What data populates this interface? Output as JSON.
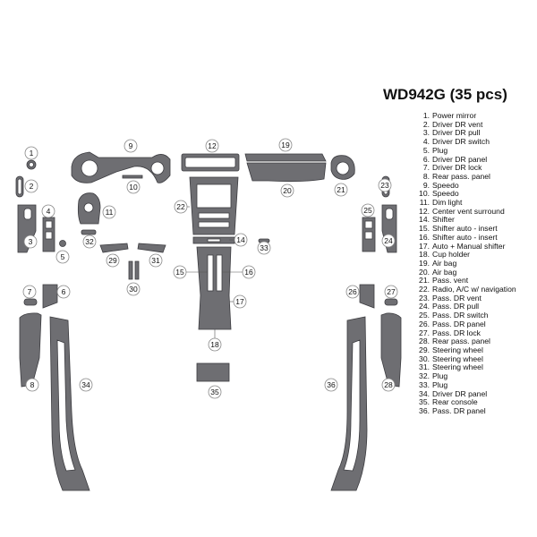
{
  "header": {
    "title": "WD942G (35 pcs)"
  },
  "legend": [
    {
      "n": "1.",
      "label": "Power mirror"
    },
    {
      "n": "2.",
      "label": "Driver DR vent"
    },
    {
      "n": "3.",
      "label": "Driver DR pull"
    },
    {
      "n": "4.",
      "label": "Driver DR switch"
    },
    {
      "n": "5.",
      "label": "Plug"
    },
    {
      "n": "6.",
      "label": "Driver DR panel"
    },
    {
      "n": "7.",
      "label": "Driver DR lock"
    },
    {
      "n": "8.",
      "label": "Rear pass. panel"
    },
    {
      "n": "9.",
      "label": "Speedo"
    },
    {
      "n": "10.",
      "label": "Speedo"
    },
    {
      "n": "11.",
      "label": "Dim light"
    },
    {
      "n": "12.",
      "label": "Center vent surround"
    },
    {
      "n": "14.",
      "label": "Shifter"
    },
    {
      "n": "15.",
      "label": "Shifter auto - insert"
    },
    {
      "n": "16.",
      "label": "Shifter auto - insert"
    },
    {
      "n": "17.",
      "label": "Auto + Manual shifter"
    },
    {
      "n": "18.",
      "label": "Cup holder"
    },
    {
      "n": "19.",
      "label": "Air bag"
    },
    {
      "n": "20.",
      "label": "Air bag"
    },
    {
      "n": "21.",
      "label": "Pass. vent"
    },
    {
      "n": "22.",
      "label": "Radio, A/C w/ navigation"
    },
    {
      "n": "23.",
      "label": "Pass. DR vent"
    },
    {
      "n": "24.",
      "label": "Pass. DR pull"
    },
    {
      "n": "25.",
      "label": "Pass. DR switch"
    },
    {
      "n": "26.",
      "label": "Pass. DR panel"
    },
    {
      "n": "27.",
      "label": "Pass. DR lock"
    },
    {
      "n": "28.",
      "label": "Rear pass. panel"
    },
    {
      "n": "29.",
      "label": "Steering wheel"
    },
    {
      "n": "30.",
      "label": "Steering wheel"
    },
    {
      "n": "31.",
      "label": "Steering wheel"
    },
    {
      "n": "32.",
      "label": "Plug"
    },
    {
      "n": "33.",
      "label": "Plug"
    },
    {
      "n": "34.",
      "label": "Driver DR panel"
    },
    {
      "n": "35.",
      "label": "Rear console"
    },
    {
      "n": "36.",
      "label": "Pass. DR panel"
    }
  ],
  "callouts": [
    "1",
    "2",
    "3",
    "4",
    "5",
    "6",
    "7",
    "8",
    "9",
    "10",
    "11",
    "12",
    "14",
    "15",
    "16",
    "17",
    "18",
    "19",
    "20",
    "21",
    "22",
    "23",
    "24",
    "25",
    "26",
    "27",
    "28",
    "29",
    "30",
    "31",
    "32",
    "33",
    "34",
    "35",
    "36"
  ],
  "colors": {
    "piece_fill": "#6e6e72",
    "piece_stroke": "#3c3c40",
    "callout_stroke": "#888888",
    "text": "#111111"
  }
}
